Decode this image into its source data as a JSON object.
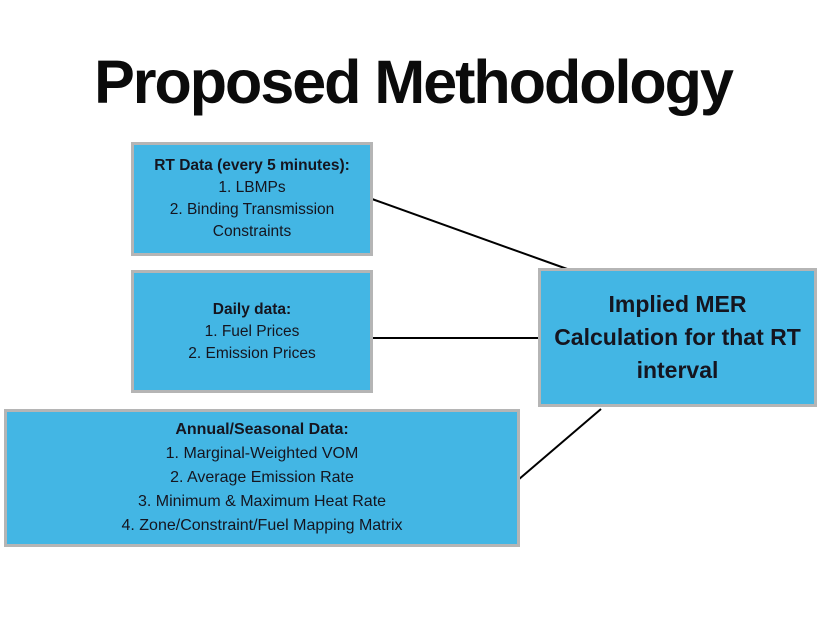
{
  "slide": {
    "title": "Proposed Methodology",
    "colors": {
      "box_fill": "#43b6e4",
      "box_border": "#b5b5b5",
      "text": "#15151f",
      "connector": "#000000"
    },
    "boxes": {
      "rt": {
        "heading": "RT Data (every 5 minutes):",
        "items": [
          "1. LBMPs",
          "2. Binding Transmission Constraints"
        ]
      },
      "daily": {
        "heading": "Daily data:",
        "items": [
          "1. Fuel Prices",
          "2. Emission Prices"
        ]
      },
      "annual": {
        "heading": "Annual/Seasonal Data:",
        "items": [
          "1. Marginal-Weighted VOM",
          "2. Average Emission Rate",
          "3. Minimum & Maximum Heat Rate",
          "4. Zone/Constraint/Fuel Mapping Matrix"
        ]
      }
    },
    "result_box": {
      "label": "Implied MER Calculation for that RT interval"
    }
  }
}
